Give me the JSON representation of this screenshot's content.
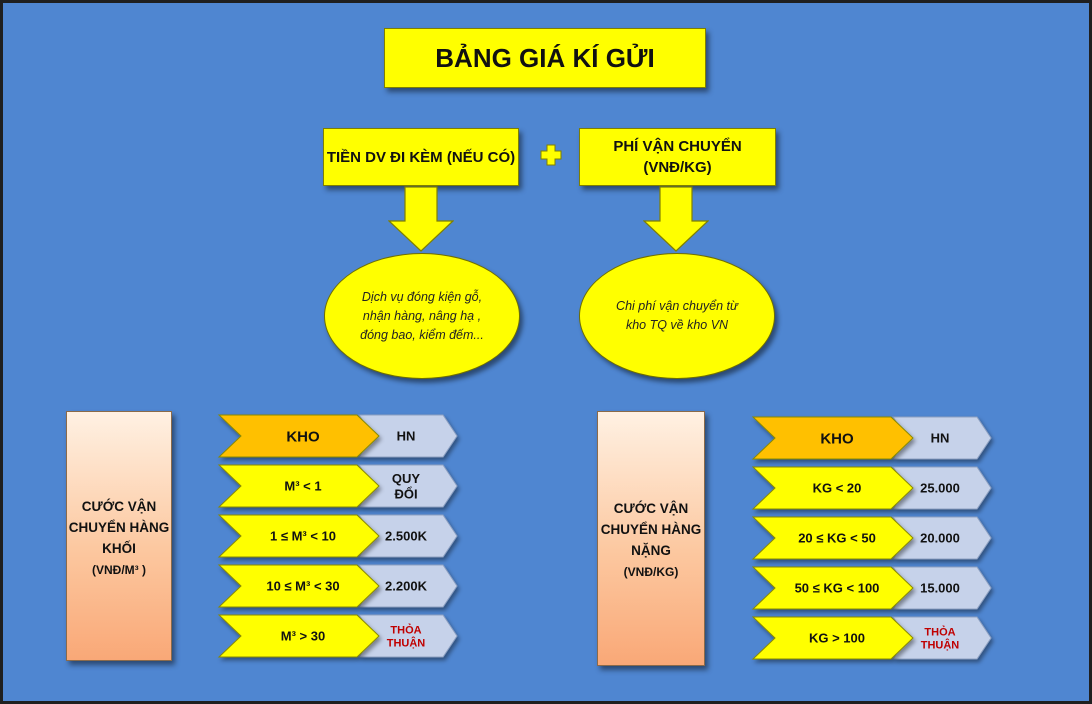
{
  "title": "BẢNG GIÁ KÍ GỬI",
  "service_fee": {
    "label": "TIỀN DV ĐI KÈM (NẾU CÓ)",
    "description": "Dịch vụ đóng kiện gỗ, nhận hàng, nâng hạ , đóng bao, kiểm đếm..."
  },
  "shipping_fee": {
    "label": "PHÍ VẬN CHUYỂN (VNĐ/KG)",
    "description": "Chi phí vận chuyển từ kho TQ về kho VN"
  },
  "volume": {
    "title": "CƯỚC VẬN CHUYỂN HÀNG KHỐI",
    "unit": "(VNĐ/M³ )",
    "header": {
      "label": "KHO",
      "value": "HN"
    },
    "rows": [
      {
        "label": "M³ < 1",
        "value": "QUY ĐỔI",
        "negotiate": false
      },
      {
        "label": "1 ≤ M³ < 10",
        "value": "2.500K",
        "negotiate": false
      },
      {
        "label": "10 ≤ M³ < 30",
        "value": "2.200K",
        "negotiate": false
      },
      {
        "label": "M³ > 30",
        "value": "THỎA THUẬN",
        "negotiate": true
      }
    ]
  },
  "weight": {
    "title": "CƯỚC VẬN CHUYỂN HÀNG NẶNG",
    "unit": "(VNĐ/KG)",
    "header": {
      "label": "KHO",
      "value": "HN"
    },
    "rows": [
      {
        "label": "KG < 20",
        "value": "25.000",
        "negotiate": false
      },
      {
        "label": "20 ≤ KG < 50",
        "value": "20.000",
        "negotiate": false
      },
      {
        "label": "50 ≤ KG < 100",
        "value": "15.000",
        "negotiate": false
      },
      {
        "label": "KG > 100",
        "value": "THỎA THUẬN",
        "negotiate": true
      }
    ]
  },
  "colors": {
    "background": "#4f86d1",
    "yellow": "#ffff00",
    "header_orange": "#ffc000",
    "value_chevron": "#c6d2ea",
    "negotiate_text": "#c00000"
  }
}
